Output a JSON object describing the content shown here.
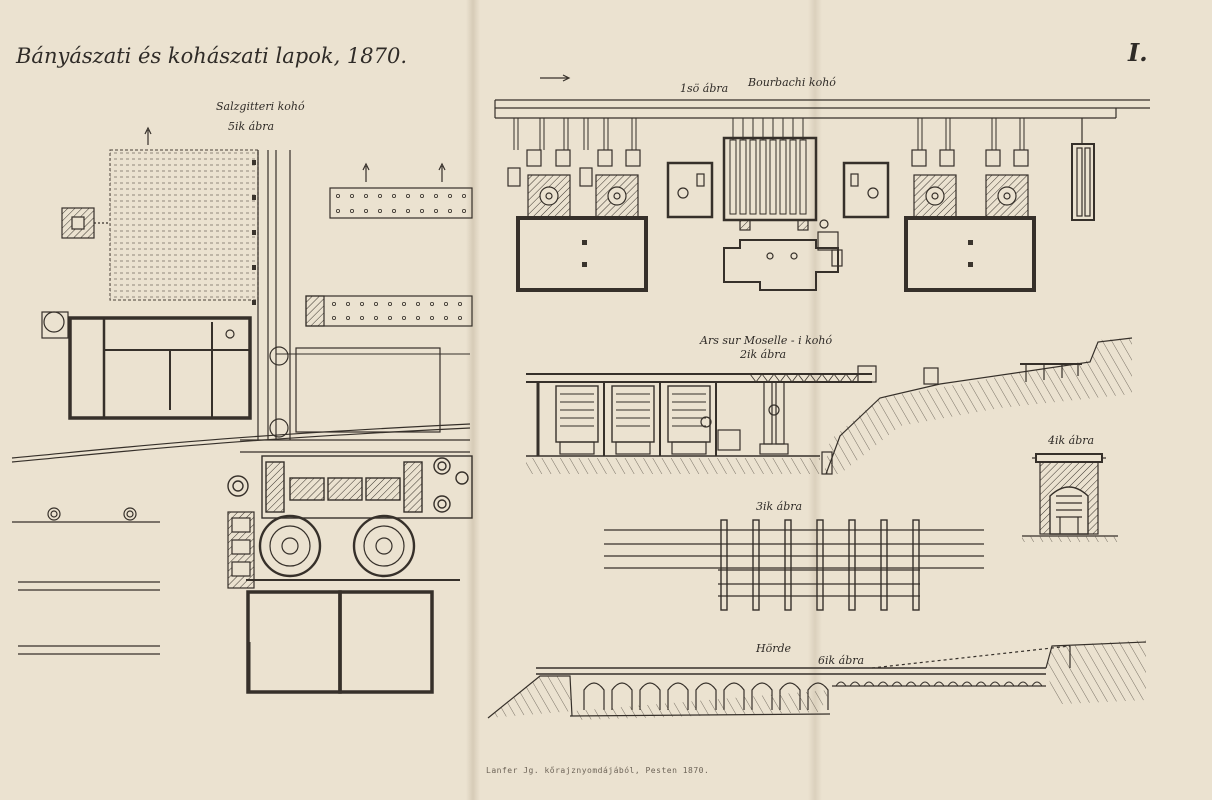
{
  "header": {
    "title": "Bányászati és kohászati lapok, 1870.",
    "plate_number": "I."
  },
  "figures": {
    "fig1": {
      "title": "Bourbachi kohó",
      "number": "1sö ábra"
    },
    "fig2": {
      "title": "Ars sur Moselle - i kohó",
      "number": "2ik ábra"
    },
    "fig3": {
      "number": "3ik ábra"
    },
    "fig4": {
      "number": "4ik ábra"
    },
    "fig5": {
      "title": "Salzgitteri kohó",
      "number": "5ik ábra"
    },
    "fig6": {
      "title": "Hörde",
      "number": "6ik ábra"
    }
  },
  "imprint": "Lanfer Jg. kőrajznyomdájából, Pesten 1870.",
  "colors": {
    "paper": "#ebe2d0",
    "ink": "#2f2b27",
    "fold": "#d9ccb4"
  }
}
